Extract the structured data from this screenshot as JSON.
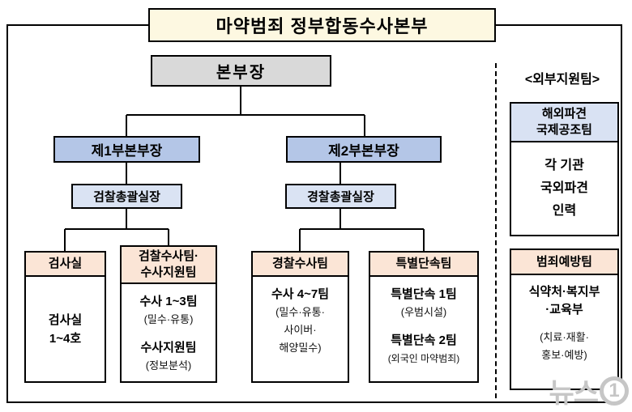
{
  "title": "마약범죄 정부합동수사본부",
  "nodes": {
    "head": "본부장",
    "deputy1": "제1부본부장",
    "deputy2": "제2부본부장",
    "office1": "검찰총괄실장",
    "office2": "경찰총괄실장"
  },
  "teams": {
    "prosecutor_room": {
      "header": "검사실",
      "line1": "검사실",
      "line2": "1~4호"
    },
    "prosecution_team": {
      "header1": "검찰수사팀·",
      "header2": "수사지원팀",
      "line1": "수사 1~3팀",
      "line2": "(밀수·유통)",
      "line3": "수사지원팀",
      "line4": "(정보분석)"
    },
    "police_team": {
      "header": "경찰수사팀",
      "line1": "수사 4~7팀",
      "line2": "(밀수·유통·",
      "line3": "사이버·",
      "line4": "해양밀수)"
    },
    "special_team": {
      "header": "특별단속팀",
      "line1": "특별단속 1팀",
      "line2": "(우범시설)",
      "line3": "특별단속 2팀",
      "line4": "(외국인 마약범죄)"
    }
  },
  "right_panel": {
    "label": "<외부지원팀>",
    "overseas": {
      "header1": "해외파견",
      "header2": "국제공조팀",
      "line1": "각 기관",
      "line2": "국외파견",
      "line3": "인력"
    },
    "prevention": {
      "header": "범죄예방팀",
      "line1": "식약처·복지부",
      "line2": "·교육부",
      "line3": "(치료·재활·",
      "line4": "홍보·예방)"
    }
  },
  "watermark": {
    "text": "뉴스",
    "number": "1"
  },
  "colors": {
    "title_bg": "#fdf8e1",
    "head_bg": "#d9d9d9",
    "deputy_bg": "#b4c6e7",
    "office_bg": "#dae3f3",
    "team_header_bg": "#fbe5d6",
    "overseas_header_bg": "#d9e2f3",
    "line_color": "#000000"
  }
}
